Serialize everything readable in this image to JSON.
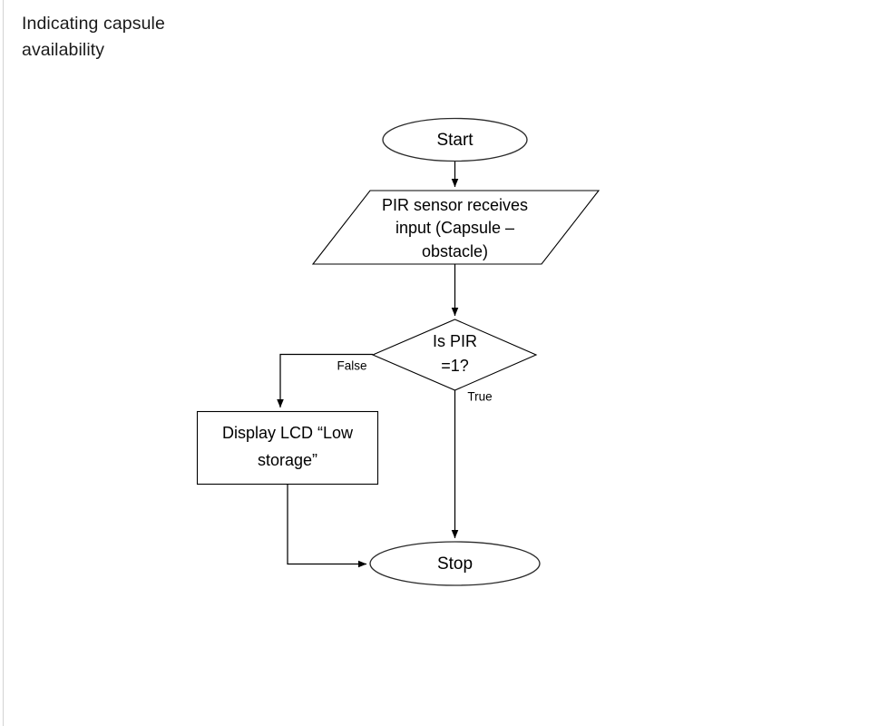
{
  "slide": {
    "title": "Indicating capsule\navailability",
    "background_color": "#ffffff",
    "left_rule_color": "#d4d4d4"
  },
  "flowchart": {
    "stroke_color": "#000000",
    "fill_color": "#ffffff",
    "nodes": {
      "start": {
        "type": "terminator",
        "label": "Start"
      },
      "input": {
        "type": "input-output",
        "line1": "PIR sensor receives",
        "line2": "input (Capsule –",
        "line3": "obstacle)"
      },
      "decision": {
        "type": "decision",
        "line1": "Is PIR",
        "line2": "=1?"
      },
      "process": {
        "type": "process",
        "line1": "Display LCD “Low",
        "line2": "storage”"
      },
      "stop": {
        "type": "terminator",
        "label": "Stop"
      }
    },
    "edges": {
      "false_label": "False",
      "true_label": "True"
    }
  }
}
